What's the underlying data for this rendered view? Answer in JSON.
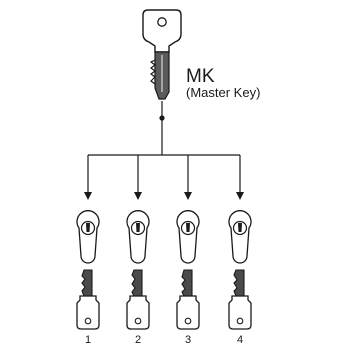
{
  "master_key": {
    "title": "MK",
    "subtitle": "(Master Key)"
  },
  "locks": [
    {
      "number": "1"
    },
    {
      "number": "2"
    },
    {
      "number": "3"
    },
    {
      "number": "4"
    }
  ],
  "colors": {
    "stroke": "#1a1a1a",
    "fill": "#ffffff",
    "key_shade": "#4a4a4a"
  }
}
